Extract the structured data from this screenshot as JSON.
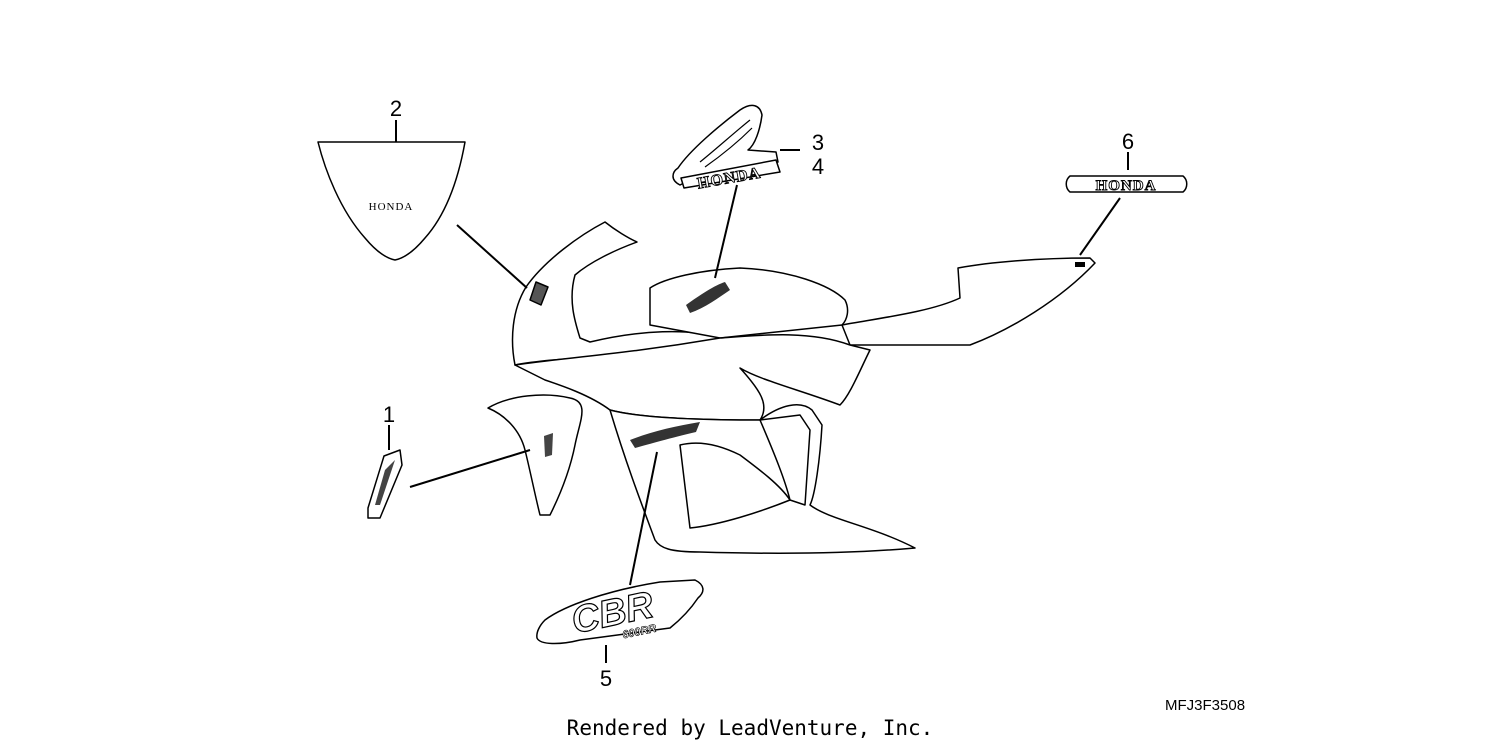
{
  "diagram": {
    "callouts": [
      {
        "id": "c1",
        "label": "1"
      },
      {
        "id": "c2",
        "label": "2"
      },
      {
        "id": "c3",
        "label": "3"
      },
      {
        "id": "c4",
        "label": "4"
      },
      {
        "id": "c5",
        "label": "5"
      },
      {
        "id": "c6",
        "label": "6"
      }
    ],
    "decal_texts": {
      "windscreen": "HONDA",
      "wing_logo": "HONDA",
      "tail_logo": "HONDA",
      "cbr_logo": "CBR",
      "cbr_sub": "600RR"
    },
    "part_code": "MFJ3F3508",
    "footer": "Rendered by LeadVenture, Inc."
  }
}
